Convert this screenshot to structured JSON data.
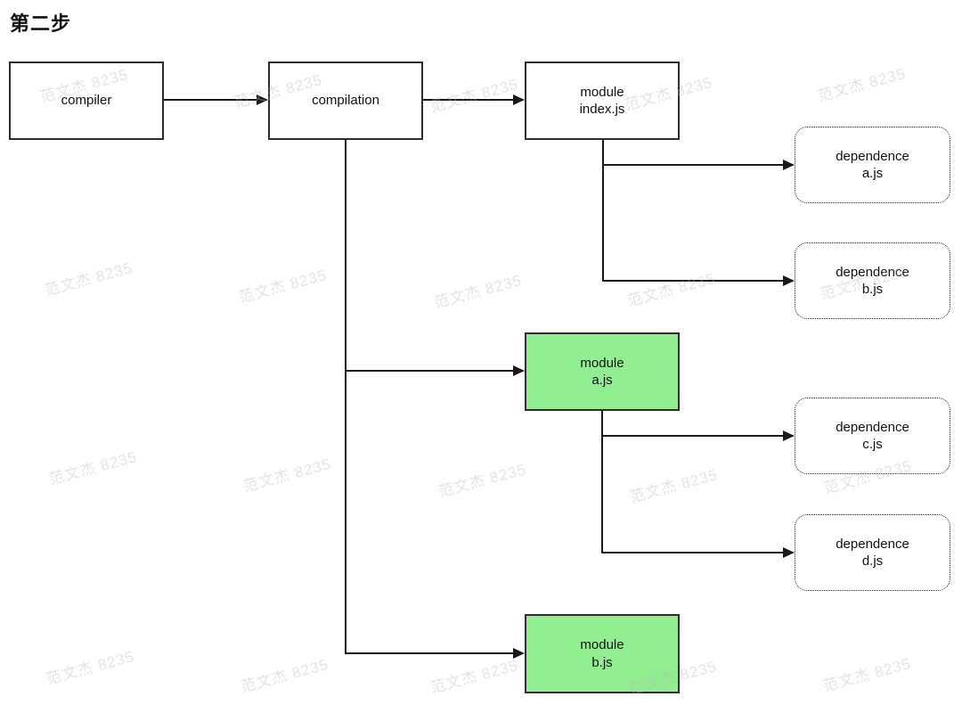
{
  "title": "第二步",
  "watermark": {
    "text": "范文杰 8235"
  },
  "nodes": {
    "compiler": {
      "label": "compiler"
    },
    "compilation": {
      "label": "compilation"
    },
    "module_index": {
      "line1": "module",
      "line2": "index.js"
    },
    "module_a": {
      "line1": "module",
      "line2": "a.js"
    },
    "module_b": {
      "line1": "module",
      "line2": "b.js"
    },
    "dep_a": {
      "line1": "dependence",
      "line2": "a.js"
    },
    "dep_b": {
      "line1": "dependence",
      "line2": "b.js"
    },
    "dep_c": {
      "line1": "dependence",
      "line2": "c.js"
    },
    "dep_d": {
      "line1": "dependence",
      "line2": "d.js"
    }
  },
  "colors": {
    "module_fill": "#90EE90",
    "box_border": "#2d2d2d",
    "connector": "#1a1a1a",
    "watermark_gray": "#e7e7e7"
  }
}
